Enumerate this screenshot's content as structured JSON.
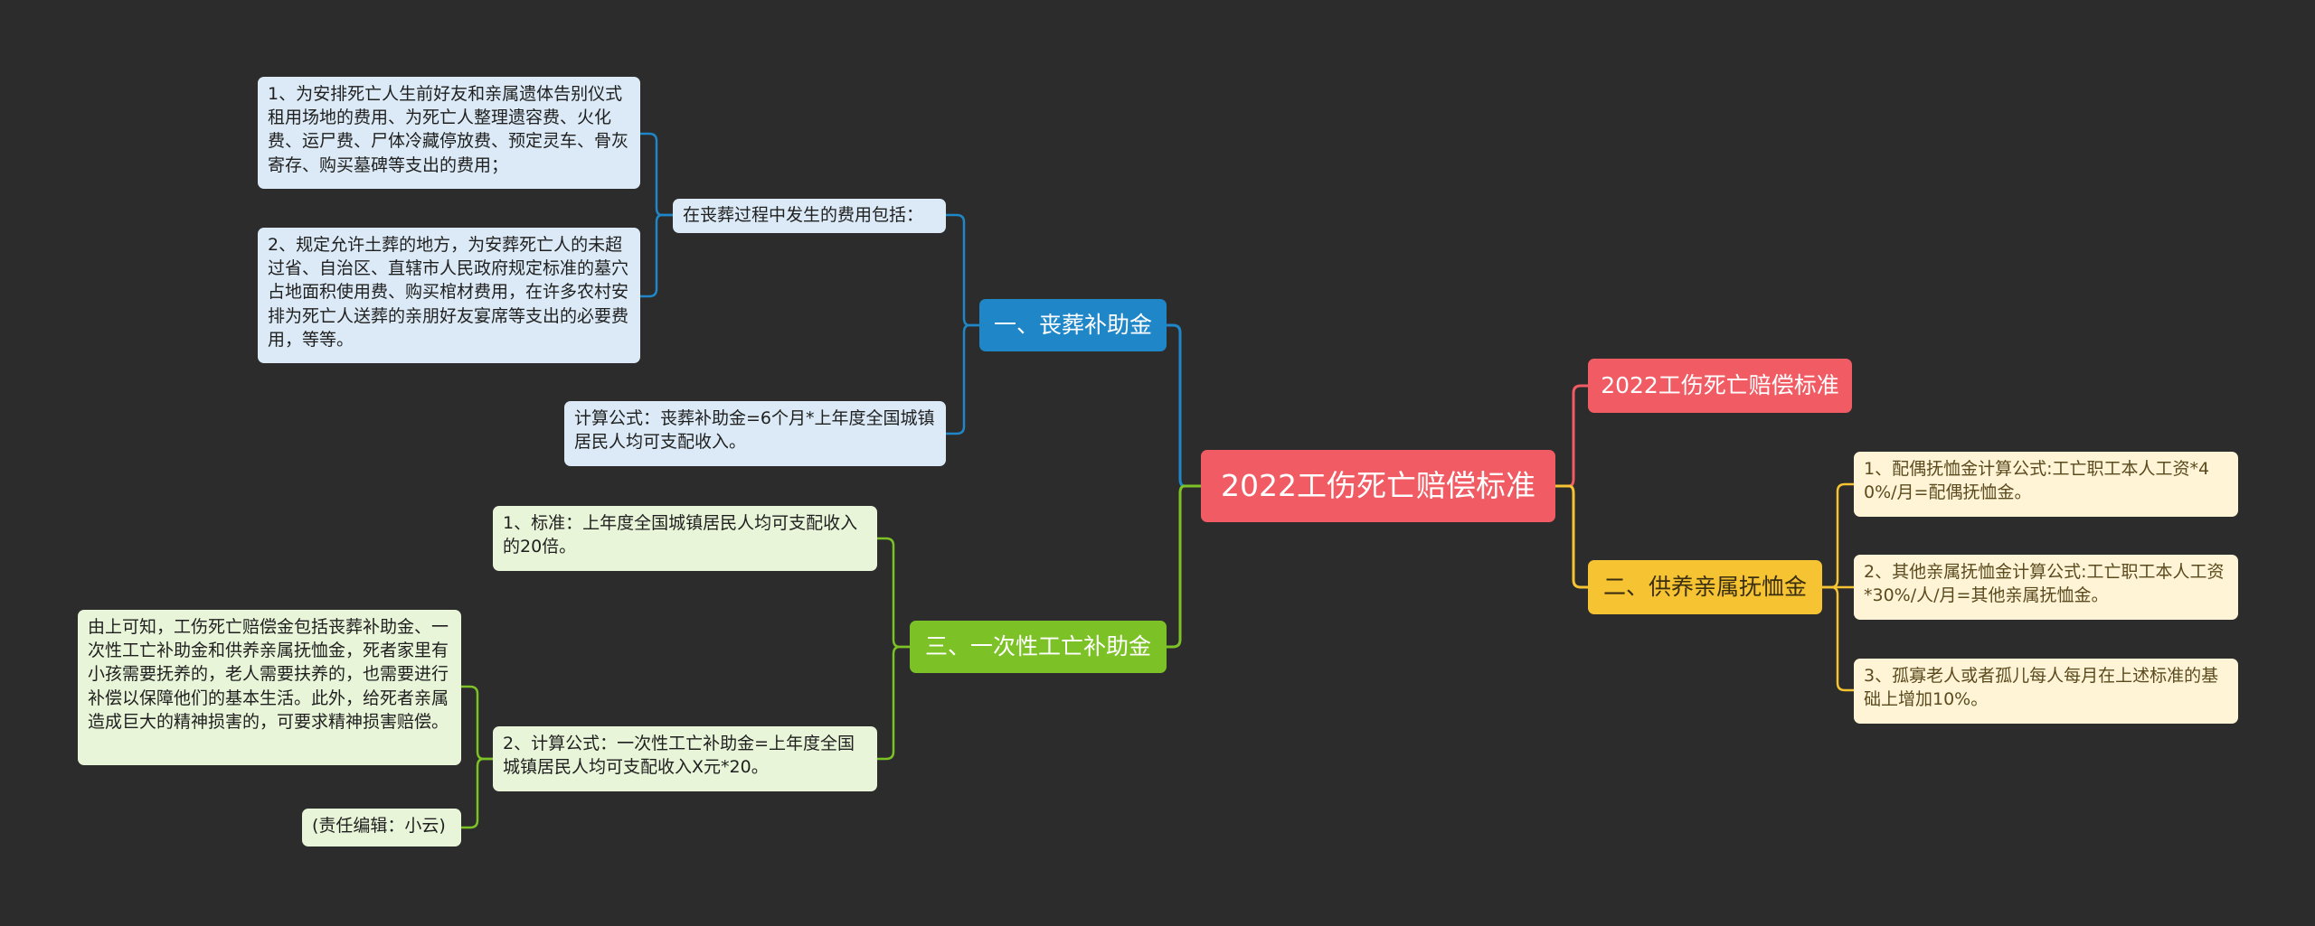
{
  "root": {
    "label": "2022工伤死亡赔偿标准"
  },
  "branches": {
    "funeral": {
      "label": "一、丧葬补助金"
    },
    "onetime": {
      "label": "三、一次性工亡补助金"
    },
    "title": {
      "label": "2022工伤死亡赔偿标准"
    },
    "dependent": {
      "label": "二、供养亲属抚恤金"
    }
  },
  "funeral_children": {
    "costs_header": "在丧葬过程中发生的费用包括：",
    "cost_1": "1、为安排死亡人生前好友和亲属遗体告别仪式租用场地的费用、为死亡人整理遗容费、火化费、运尸费、尸体冷藏停放费、预定灵车、骨灰寄存、购买墓碑等支出的费用；",
    "cost_2": "2、规定允许土葬的地方，为安葬死亡人的未超过省、自治区、直辖市人民政府规定标准的墓穴占地面积使用费、购买棺材费用，在许多农村安排为死亡人送葬的亲朋好友宴席等支出的必要费用，等等。",
    "formula": "计算公式：丧葬补助金=6个月*上年度全国城镇居民人均可支配收入。"
  },
  "onetime_children": {
    "standard": "1、标准：上年度全国城镇居民人均可支配收入的20倍。",
    "formula": "2、计算公式：一次性工亡补助金=上年度全国城镇居民人均可支配收入X元*20。",
    "summary": "由上可知，工伤死亡赔偿金包括丧葬补助金、一次性工亡补助金和供养亲属抚恤金，死者家里有小孩需要抚养的，老人需要扶养的，也需要进行补偿以保障他们的基本生活。此外，给死者亲属造成巨大的精神损害的，可要求精神损害赔偿。",
    "editor": "(责任编辑：小云)"
  },
  "dependent_children": {
    "item_1": "1、配偶抚恤金计算公式:工亡职工本人工资*40%/月=配偶抚恤金。",
    "item_2": "2、其他亲属抚恤金计算公式:工亡职工本人工资*30%/人/月=其他亲属抚恤金。",
    "item_3": "3、孤寡老人或者孤儿每人每月在上述标准的基础上增加10%。"
  },
  "colors": {
    "background": "#2c2c2c",
    "root": "#f15b63",
    "blue": "#1f86c8",
    "green": "#7cc226",
    "yellow": "#f6c332",
    "red": "#f15b63"
  }
}
